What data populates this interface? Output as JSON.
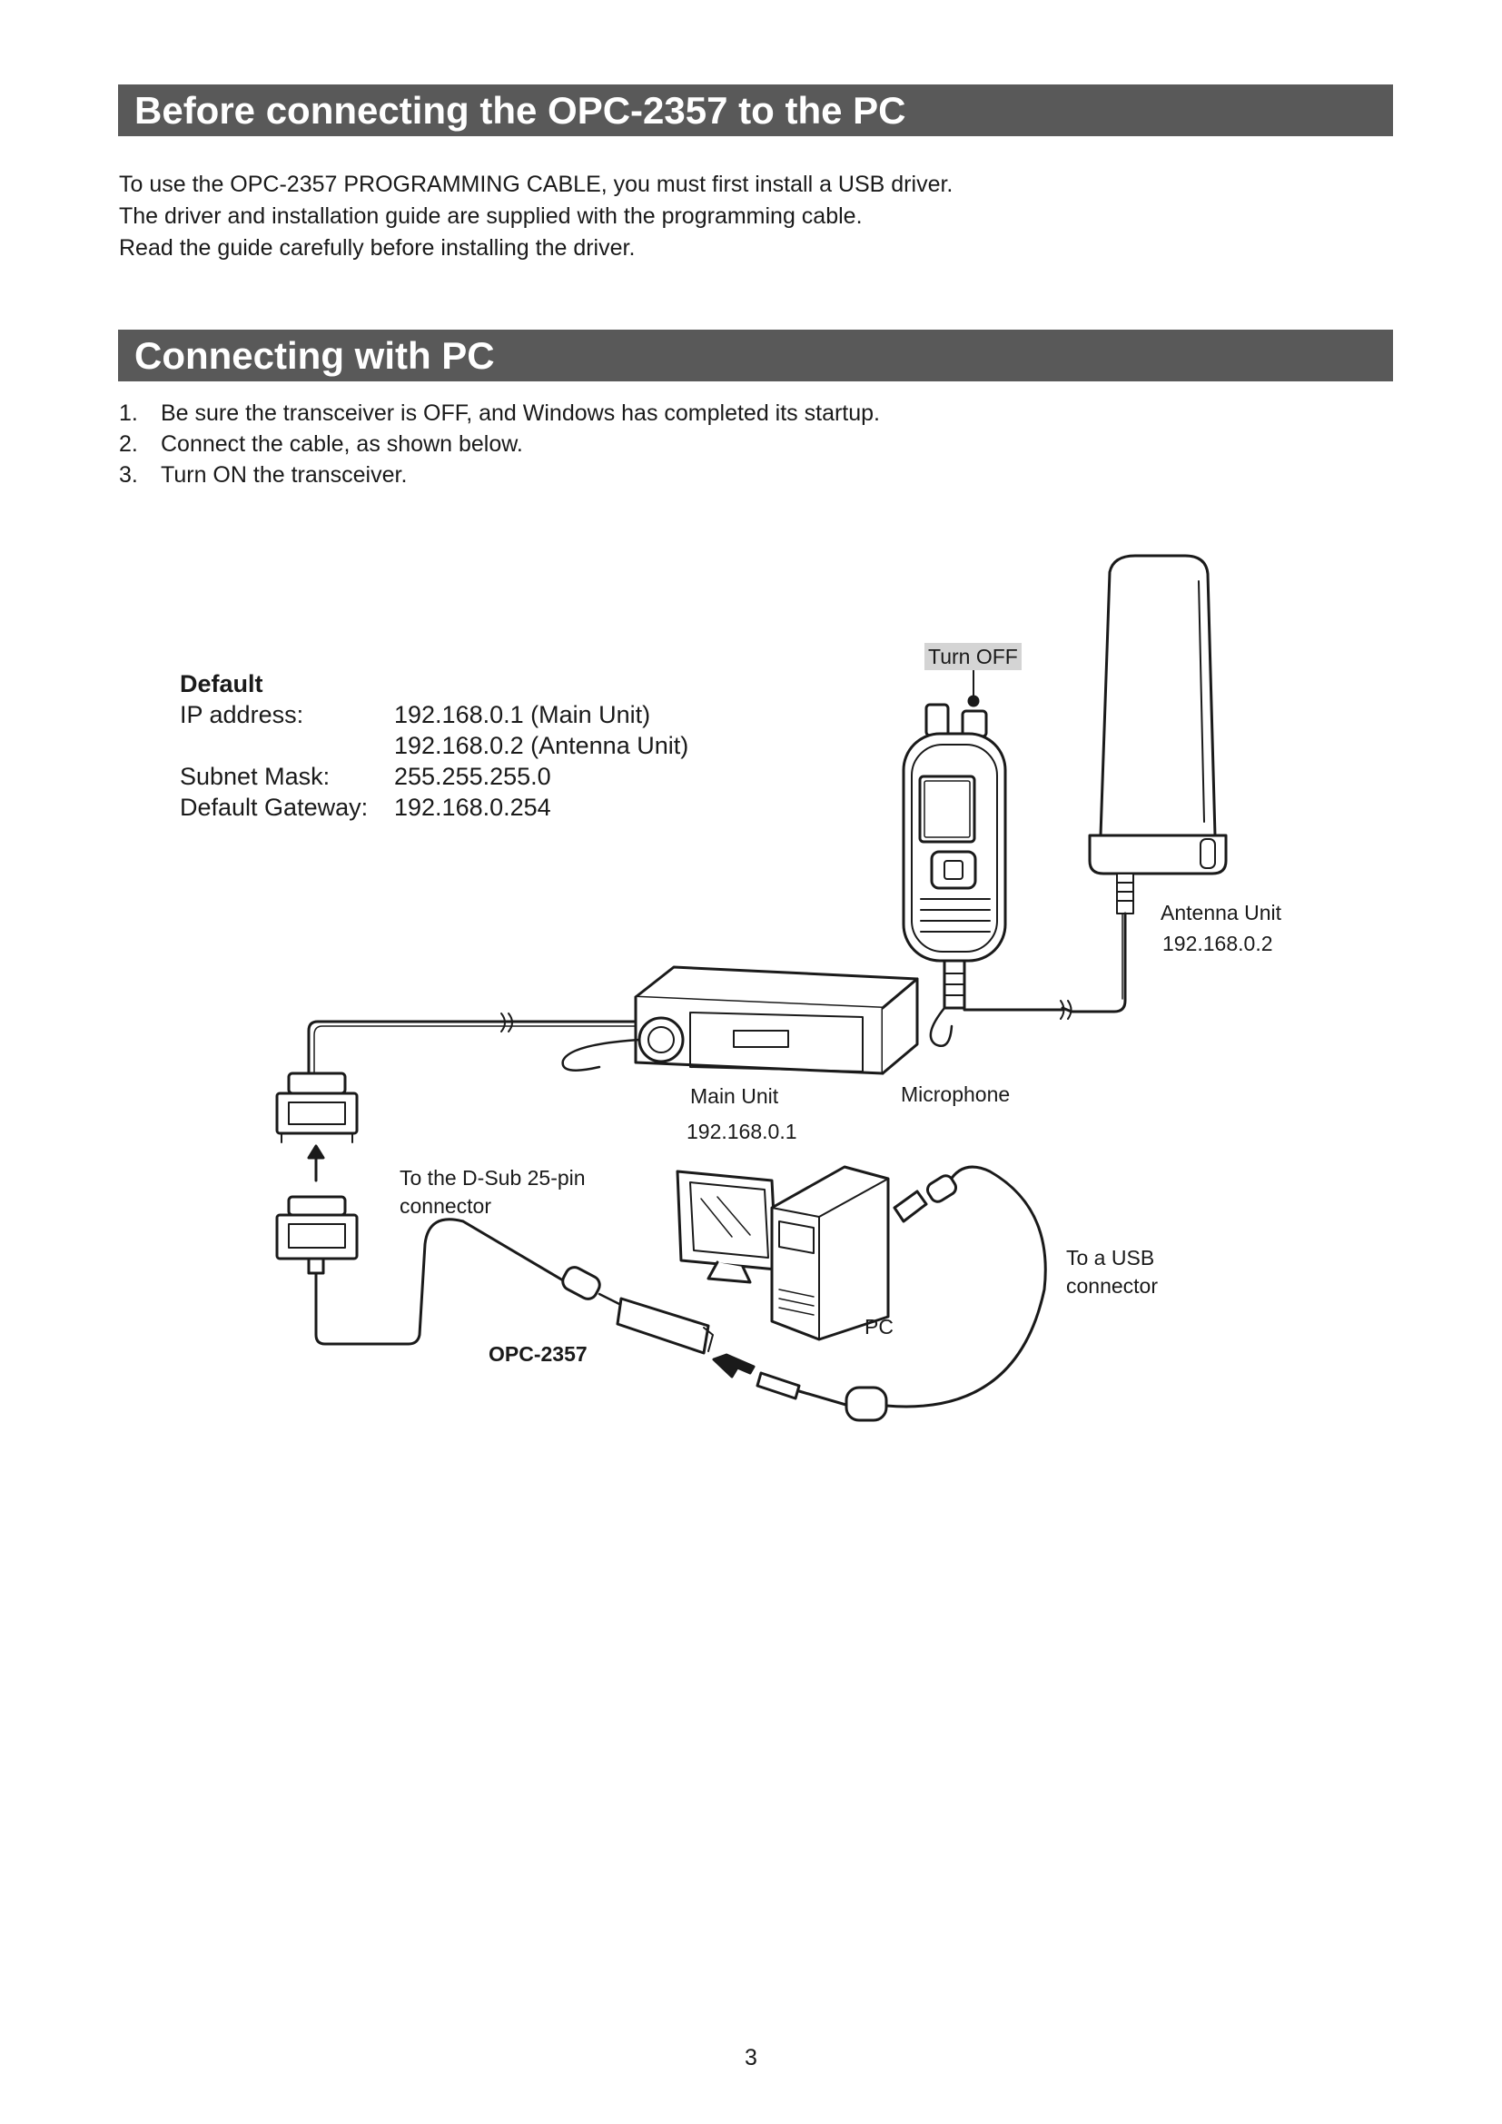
{
  "sections": {
    "before": {
      "title": "Before connecting the OPC-2357 to the PC",
      "lines": [
        "To use the OPC-2357 PROGRAMMING CABLE, you must first install a USB driver.",
        "The driver and installation guide are supplied with the programming cable.",
        "Read the guide carefully before installing the driver."
      ]
    },
    "connecting": {
      "title": "Connecting with PC",
      "steps": [
        {
          "num": "1.",
          "text": "Be sure the transceiver is OFF, and Windows has completed its startup."
        },
        {
          "num": "2.",
          "text": "Connect the cable, as shown below."
        },
        {
          "num": "3.",
          "text": "Turn ON the transceiver."
        }
      ]
    }
  },
  "defaults": {
    "heading": "Default",
    "rows": [
      {
        "key": "IP address:",
        "value": "192.168.0.1 (Main Unit)"
      },
      {
        "key": "",
        "value": "192.168.0.2 (Antenna Unit)"
      },
      {
        "key": "Subnet Mask:",
        "value": "255.255.255.0"
      },
      {
        "key": "Default Gateway:",
        "value": "192.168.0.254"
      }
    ]
  },
  "diagram": {
    "turn_off": "Turn OFF",
    "antenna_unit": "Antenna Unit",
    "antenna_ip": "192.168.0.2",
    "main_unit": "Main Unit",
    "main_ip": "192.168.0.1",
    "microphone": "Microphone",
    "dsub_line1": "To the D-Sub 25-pin",
    "dsub_line2": "connector",
    "usb_line1": "To a USB",
    "usb_line2": "connector",
    "pc": "PC",
    "cable_name": "OPC-2357"
  },
  "page_number": "3"
}
